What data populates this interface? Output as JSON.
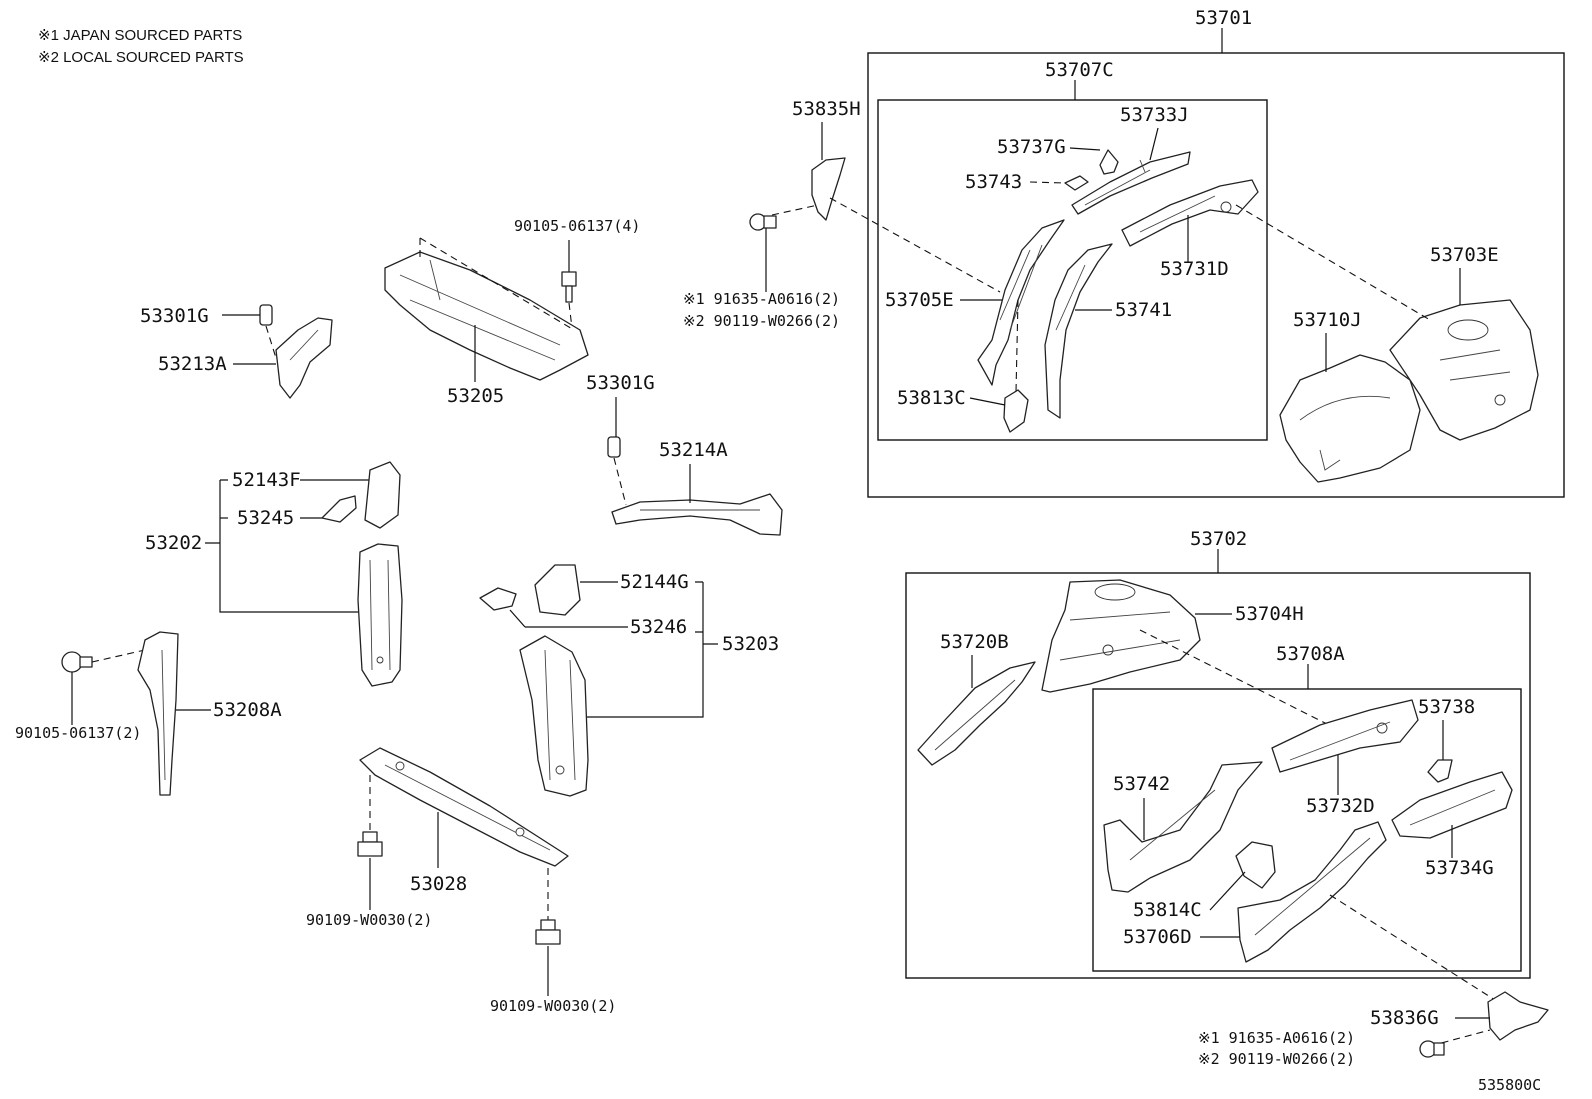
{
  "legend": {
    "note1": "※1  JAPAN SOURCED PARTS",
    "note2": "※2  LOCAL SOURCED PARTS"
  },
  "labels": {
    "p53701": "53701",
    "p53707C": "53707C",
    "p53733J": "53733J",
    "p53737G": "53737G",
    "p53743": "53743",
    "p53705E": "53705E",
    "p53731D": "53731D",
    "p53741": "53741",
    "p53703E": "53703E",
    "p53710J": "53710J",
    "p53813C": "53813C",
    "p53835H": "53835H",
    "bolt_top_1": "※1 91635-A0616(2)",
    "bolt_top_2": "※2 90119-W0266(2)",
    "p90105_4": "90105-06137(4)",
    "p53301G_a": "53301G",
    "p53213A": "53213A",
    "p53205": "53205",
    "p53301G_b": "53301G",
    "p53214A": "53214A",
    "p52143F": "52143F",
    "p53245": "53245",
    "p53202": "53202",
    "p52144G": "52144G",
    "p53246": "53246",
    "p53203": "53203",
    "p90105_2": "90105-06137(2)",
    "p53208A": "53208A",
    "p53028": "53028",
    "p90109_a": "90109-W0030(2)",
    "p90109_b": "90109-W0030(2)",
    "p53702": "53702",
    "p53704H": "53704H",
    "p53720B": "53720B",
    "p53708A": "53708A",
    "p53738": "53738",
    "p53742": "53742",
    "p53732D": "53732D",
    "p53734G": "53734G",
    "p53814C": "53814C",
    "p53706D": "53706D",
    "p53836G": "53836G",
    "bolt_bot_1": "※1 91635-A0616(2)",
    "bolt_bot_2": "※2 90119-W0266(2)",
    "diagram_id": "535800C"
  }
}
